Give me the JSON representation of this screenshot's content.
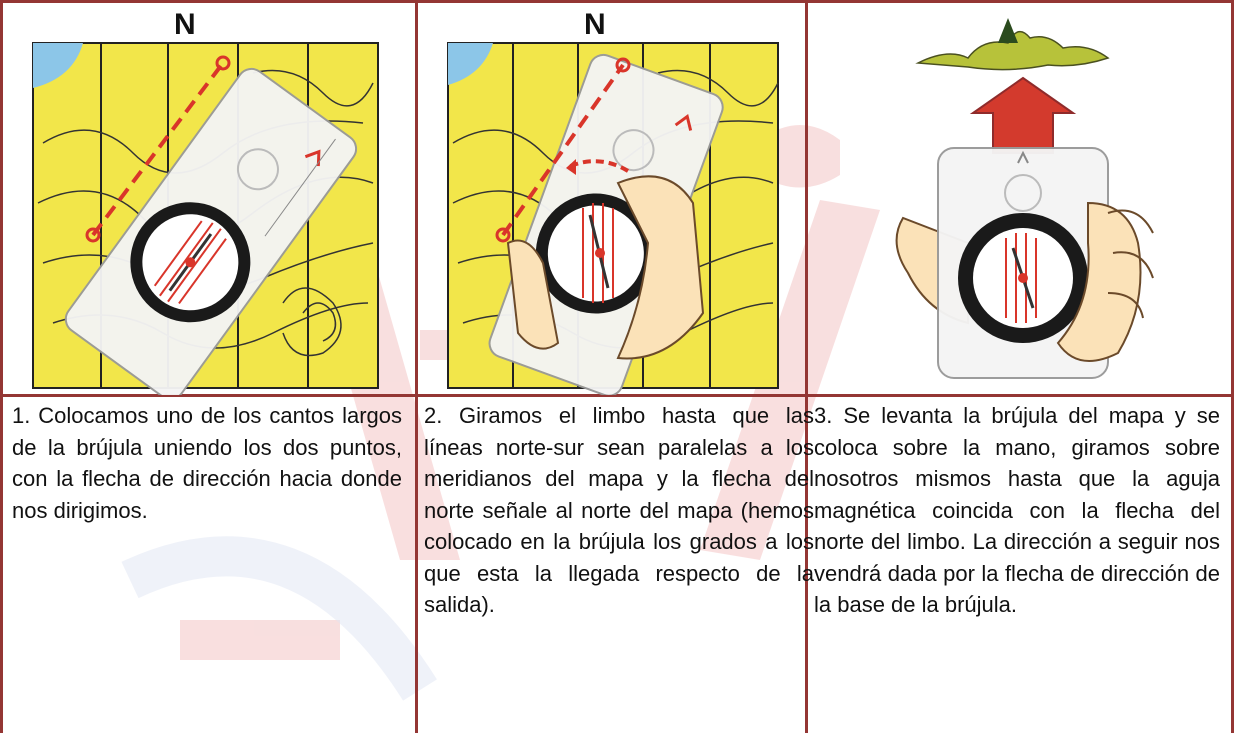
{
  "panels": [
    {
      "north": "N",
      "caption": "1. Colocamos uno de los cantos largos de la brújula uniendo los dos puntos, con la flecha de dirección hacia donde nos dirigimos."
    },
    {
      "north": "N",
      "caption": "2. Giramos el limbo hasta que las líneas norte-sur sean paralelas a los meridianos del mapa y la flecha del norte señale al norte del mapa (hemos colocado en la brújula los grados a los que esta la llegada respecto de la salida)."
    },
    {
      "caption": "3. Se levanta la brújula del mapa y se coloca sobre la mano, giramos sobre nosotros mismos hasta que la aguja magnética coincida con la flecha del norte del limbo. La dirección a seguir nos vendrá dada por la flecha de dirección de la base de la brújula."
    }
  ],
  "colors": {
    "border": "#943634",
    "map_yellow": "#f2e64a",
    "water_blue": "#8cc6e8",
    "arrow_red": "#d9352a",
    "watermark_red": "#f3c9c9"
  }
}
